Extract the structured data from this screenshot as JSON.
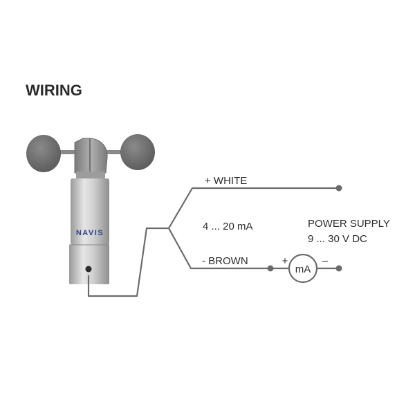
{
  "title": "WIRING",
  "device": {
    "brand": "NAVIS"
  },
  "wiring": {
    "positive_wire": "+ WHITE",
    "negative_wire": "- BROWN",
    "current_range": "4 ... 20 mA",
    "power_supply_title": "POWER SUPPLY",
    "power_supply_voltage": "9 ... 30 V DC",
    "meter_label": "mA",
    "meter_plus": "+",
    "meter_minus": "–"
  },
  "colors": {
    "wire": "#6b6b6b",
    "text": "#2b2b2b",
    "brand_text": "#2f3f8a",
    "cup": "#6e6e6e",
    "body": "#c9c9c9"
  }
}
